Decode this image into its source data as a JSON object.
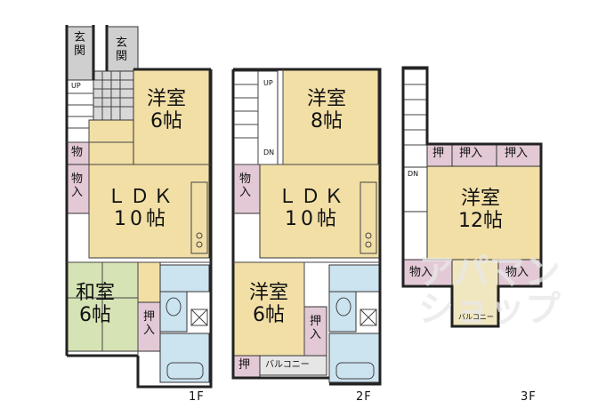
{
  "floors": {
    "f1": {
      "entrance_a": "玄\n関",
      "entrance_b": "玄\n関",
      "up": "UP",
      "western_room": "洋室\n6帖",
      "storage_small": "物",
      "storage_ldk": "物\n入",
      "ldk": "ＬＤＫ\n10帖",
      "japanese_room": "和室\n6帖",
      "closet": "押\n入",
      "floor_label": "1F"
    },
    "f2": {
      "up": "UP",
      "dn": "DN",
      "western_room_8": "洋室\n8帖",
      "storage": "物\n入",
      "ldk": "ＬＤＫ\n10帖",
      "western_room_6": "洋室\n6帖",
      "closet_side": "押\n入",
      "closet_small": "押",
      "balcony": "バルコニー",
      "floor_label": "2F"
    },
    "f3": {
      "dn": "DN",
      "closet_a": "押",
      "closet_b": "押入",
      "closet_c": "押入",
      "western_room_12": "洋室\n12帖",
      "storage_left": "物入",
      "storage_right": "物入",
      "balcony": "バルコニー",
      "floor_label": "3F"
    }
  },
  "watermark": "アパマン\nショップ",
  "colors": {
    "western": "#f2dfa6",
    "japanese": "#d6e3b5",
    "storage": "#e3c9d6",
    "wet": "#cce3f0",
    "entrance": "#cfcfcf",
    "balcony": "#e6e6e6",
    "wall": "#222222"
  }
}
